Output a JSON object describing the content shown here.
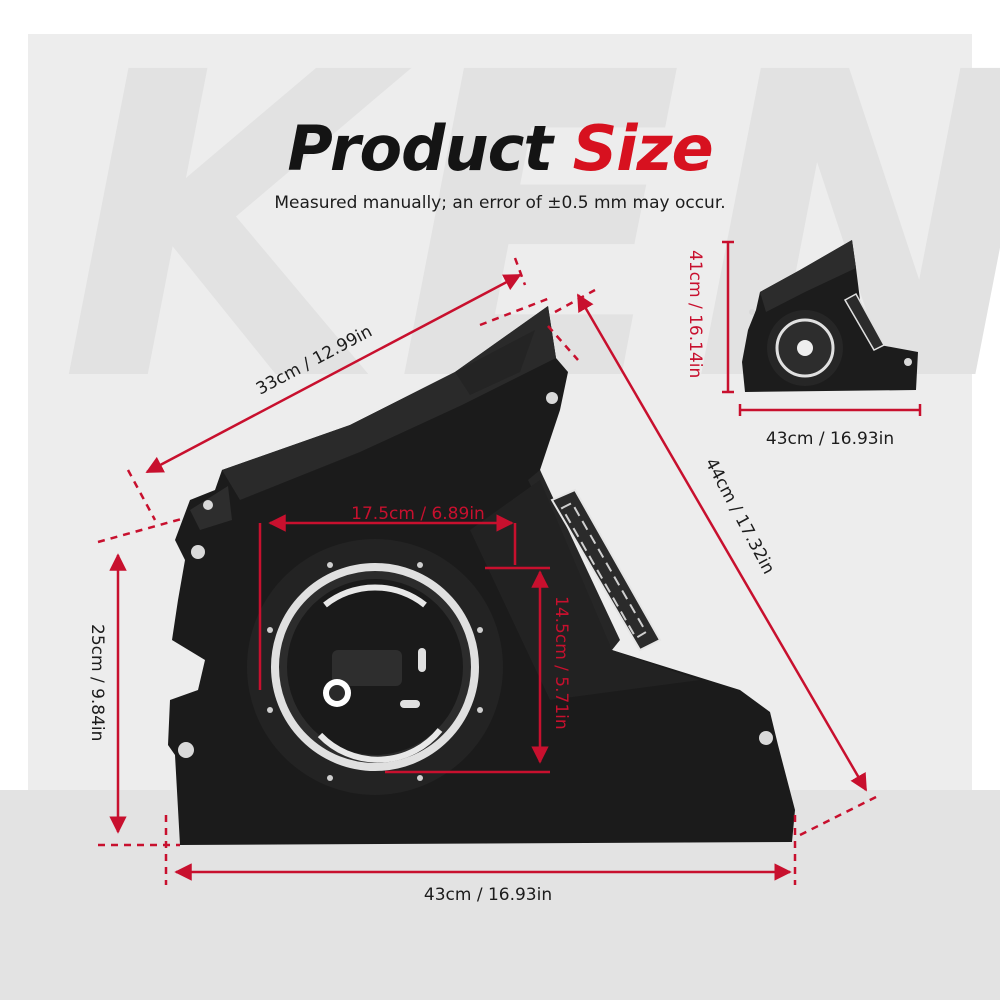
{
  "watermark": "KEN",
  "header": {
    "title_main": "Product",
    "title_accent": "Size",
    "subtitle": "Measured manually; an error of ±0.5 mm may occur."
  },
  "dimensions": {
    "top_edge": "33cm / 12.99in",
    "diagonal": "44cm / 17.32in",
    "left_height": "25cm / 9.84in",
    "bottom_width": "43cm / 16.93in",
    "speaker_width": "17.5cm / 6.89in",
    "speaker_height": "14.5cm / 5.71in",
    "thumb_height": "41cm / 16.14in",
    "thumb_width": "43cm / 16.93in"
  },
  "colors": {
    "accent": "#d7111f",
    "dimension": "#c8102e",
    "product": "#1b1b1b",
    "background": "#ededed"
  }
}
